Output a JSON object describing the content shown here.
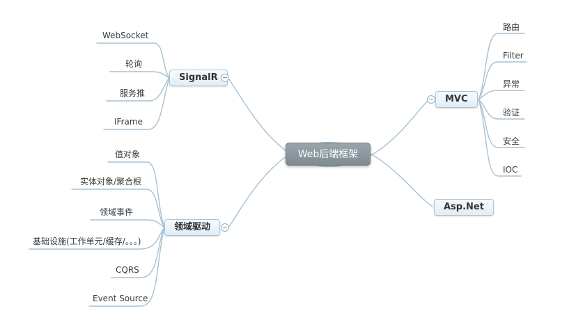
{
  "app": {
    "title": "Web后端框架 mind map",
    "background_color": "#ffffff"
  },
  "colors": {
    "connector": "#a8c1d2",
    "root_background": "#8a959b",
    "root_text": "#ffffff",
    "branch_background": "#eaf1f8",
    "branch_border": "#a9c4d8",
    "branch_text": "#333333",
    "leaf_text": "#3a3a3a"
  },
  "mindmap": {
    "root": {
      "label": "Web后端框架"
    },
    "branches": [
      {
        "label": "SignalR",
        "side": "left",
        "collapsed": false,
        "children": [
          {
            "label": "WebSocket"
          },
          {
            "label": "轮询"
          },
          {
            "label": "服务推"
          },
          {
            "label": "IFrame"
          }
        ]
      },
      {
        "label": "MVC",
        "side": "right",
        "collapsed": false,
        "children": [
          {
            "label": "路由"
          },
          {
            "label": "Filter"
          },
          {
            "label": "异常"
          },
          {
            "label": "验证"
          },
          {
            "label": "安全"
          },
          {
            "label": "IOC"
          }
        ]
      },
      {
        "label": "Asp.Net",
        "side": "right",
        "children": []
      },
      {
        "label": "领域驱动",
        "side": "left",
        "collapsed": false,
        "children": [
          {
            "label": "值对象"
          },
          {
            "label": "实体对象/聚合根"
          },
          {
            "label": "领域事件"
          },
          {
            "label": "基础设施(工作单元/缓存/。。。)"
          },
          {
            "label": "CQRS"
          },
          {
            "label": "Event Source"
          }
        ]
      }
    ]
  }
}
